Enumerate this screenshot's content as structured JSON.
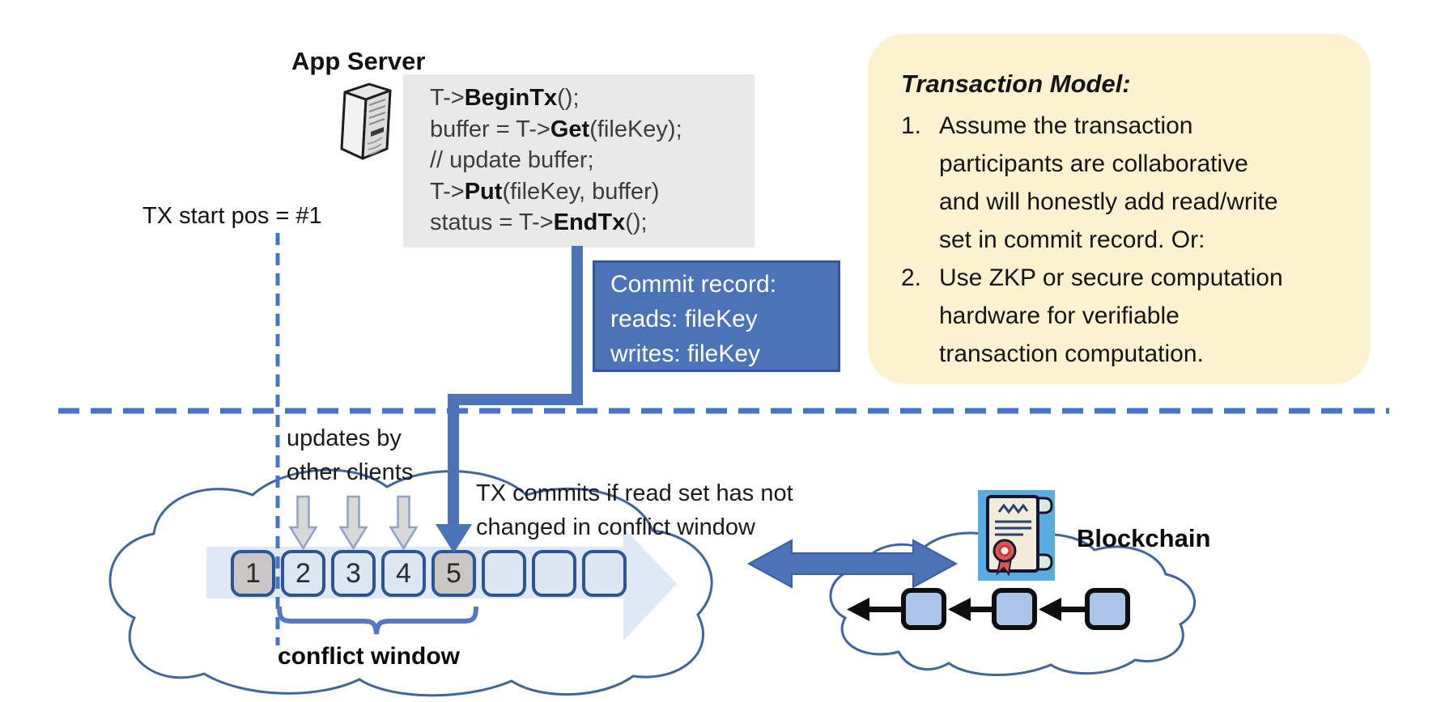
{
  "app_server": {
    "title": "App Server"
  },
  "code": {
    "line1": {
      "pre": "T->",
      "bold": "BeginTx",
      "post": "();"
    },
    "line2": {
      "pre": "buffer = T->",
      "bold": "Get",
      "post": "(fileKey);"
    },
    "line3": {
      "pre": "// update buffer;",
      "bold": "",
      "post": ""
    },
    "line4": {
      "pre": "T->",
      "bold": "Put",
      "post": "(fileKey, buffer)"
    },
    "line5": {
      "pre": "status = T->",
      "bold": "EndTx",
      "post": "();"
    }
  },
  "labels": {
    "tx_start": "TX start pos = #1",
    "updates_line1": "updates by",
    "updates_line2": "other clients",
    "commits_line1": "TX commits if read set has not",
    "commits_line2": "changed in conflict window",
    "conflict_window": "conflict window",
    "blockchain": "Blockchain"
  },
  "commit_record": {
    "line1": "Commit record:",
    "line2": "reads: fileKey",
    "line3": "writes: fileKey"
  },
  "transaction_model": {
    "title": "Transaction Model:",
    "item1": {
      "number": "1.",
      "lines": [
        "Assume the transaction",
        "participants are collaborative",
        "and will honestly add read/write",
        "set in commit record.  Or:"
      ]
    },
    "item2": {
      "number": "2.",
      "lines": [
        "Use ZKP or secure computation",
        "hardware for verifiable",
        "transaction computation."
      ]
    }
  },
  "timeline": {
    "blocks": [
      {
        "label": "1",
        "filled": true
      },
      {
        "label": "2",
        "filled": false
      },
      {
        "label": "3",
        "filled": false
      },
      {
        "label": "4",
        "filled": false
      },
      {
        "label": "5",
        "filled": true
      },
      {
        "label": "",
        "filled": false
      },
      {
        "label": "",
        "filled": false
      },
      {
        "label": "",
        "filled": false
      }
    ]
  },
  "icons": {
    "server": "server-icon",
    "certificate": "certificate-scroll-icon",
    "update_arrow": "down-arrow-icon",
    "commit_arrow": "commit-down-arrow-icon",
    "sync_arrow": "double-headed-arrow-icon",
    "chain_link": "left-arrow-icon",
    "cloud": "cloud-shape",
    "timeline_arrow": "timeline-band-arrow"
  },
  "colors": {
    "accent_blue": "#4472c4",
    "box_blue": "#4a73b8",
    "box_border_blue": "#35549b",
    "square_border_blue": "#2f5496",
    "square_fill_light": "#dde7f4",
    "square_fill_gray": "#c8c7c3",
    "cloud_stroke": "#41639e",
    "band_fill": "#d9e4f4",
    "note_yellow": "#fdf2cf",
    "code_gray": "#e9e9e9",
    "icon_bg_blue": "#5aabdf",
    "seal_red": "#e05454",
    "chain_black": "#0e0e0e"
  }
}
